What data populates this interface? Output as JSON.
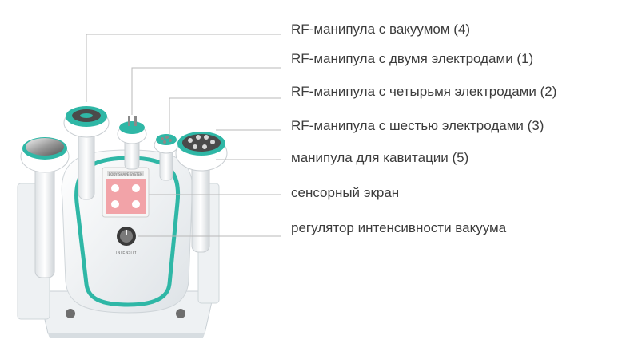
{
  "callouts": [
    {
      "text": "RF-манипула с вакуумом (4)",
      "target": "vacuum-rf-handpiece"
    },
    {
      "text": "RF-манипула с двумя электродами (1)",
      "target": "bipolar-rf-handpiece"
    },
    {
      "text": "RF-манипула с четырьмя электродами (2)",
      "target": "tetrapolar-rf-handpiece"
    },
    {
      "text": "RF-манипула с шестью электродами (3)",
      "target": "hexapolar-rf-handpiece"
    },
    {
      "text": "манипула для кавитации (5)",
      "target": "cavitation-handpiece"
    },
    {
      "text": "сенсорный экран",
      "target": "touch-screen"
    },
    {
      "text": "регулятор интенсивности вакуума",
      "target": "vacuum-intensity-knob"
    }
  ],
  "device": {
    "knob_label": "INTENSITY",
    "screen_header": "BODY SHAPE SYSTEM"
  },
  "colors": {
    "accent_teal": "#2fb7a6",
    "acrylic": "#e6eaed",
    "body_white": "#f7f8fa",
    "screen_pink": "#f2a3a8",
    "leader_line": "#b8b8b8",
    "label_text": "#3c3c3c"
  }
}
